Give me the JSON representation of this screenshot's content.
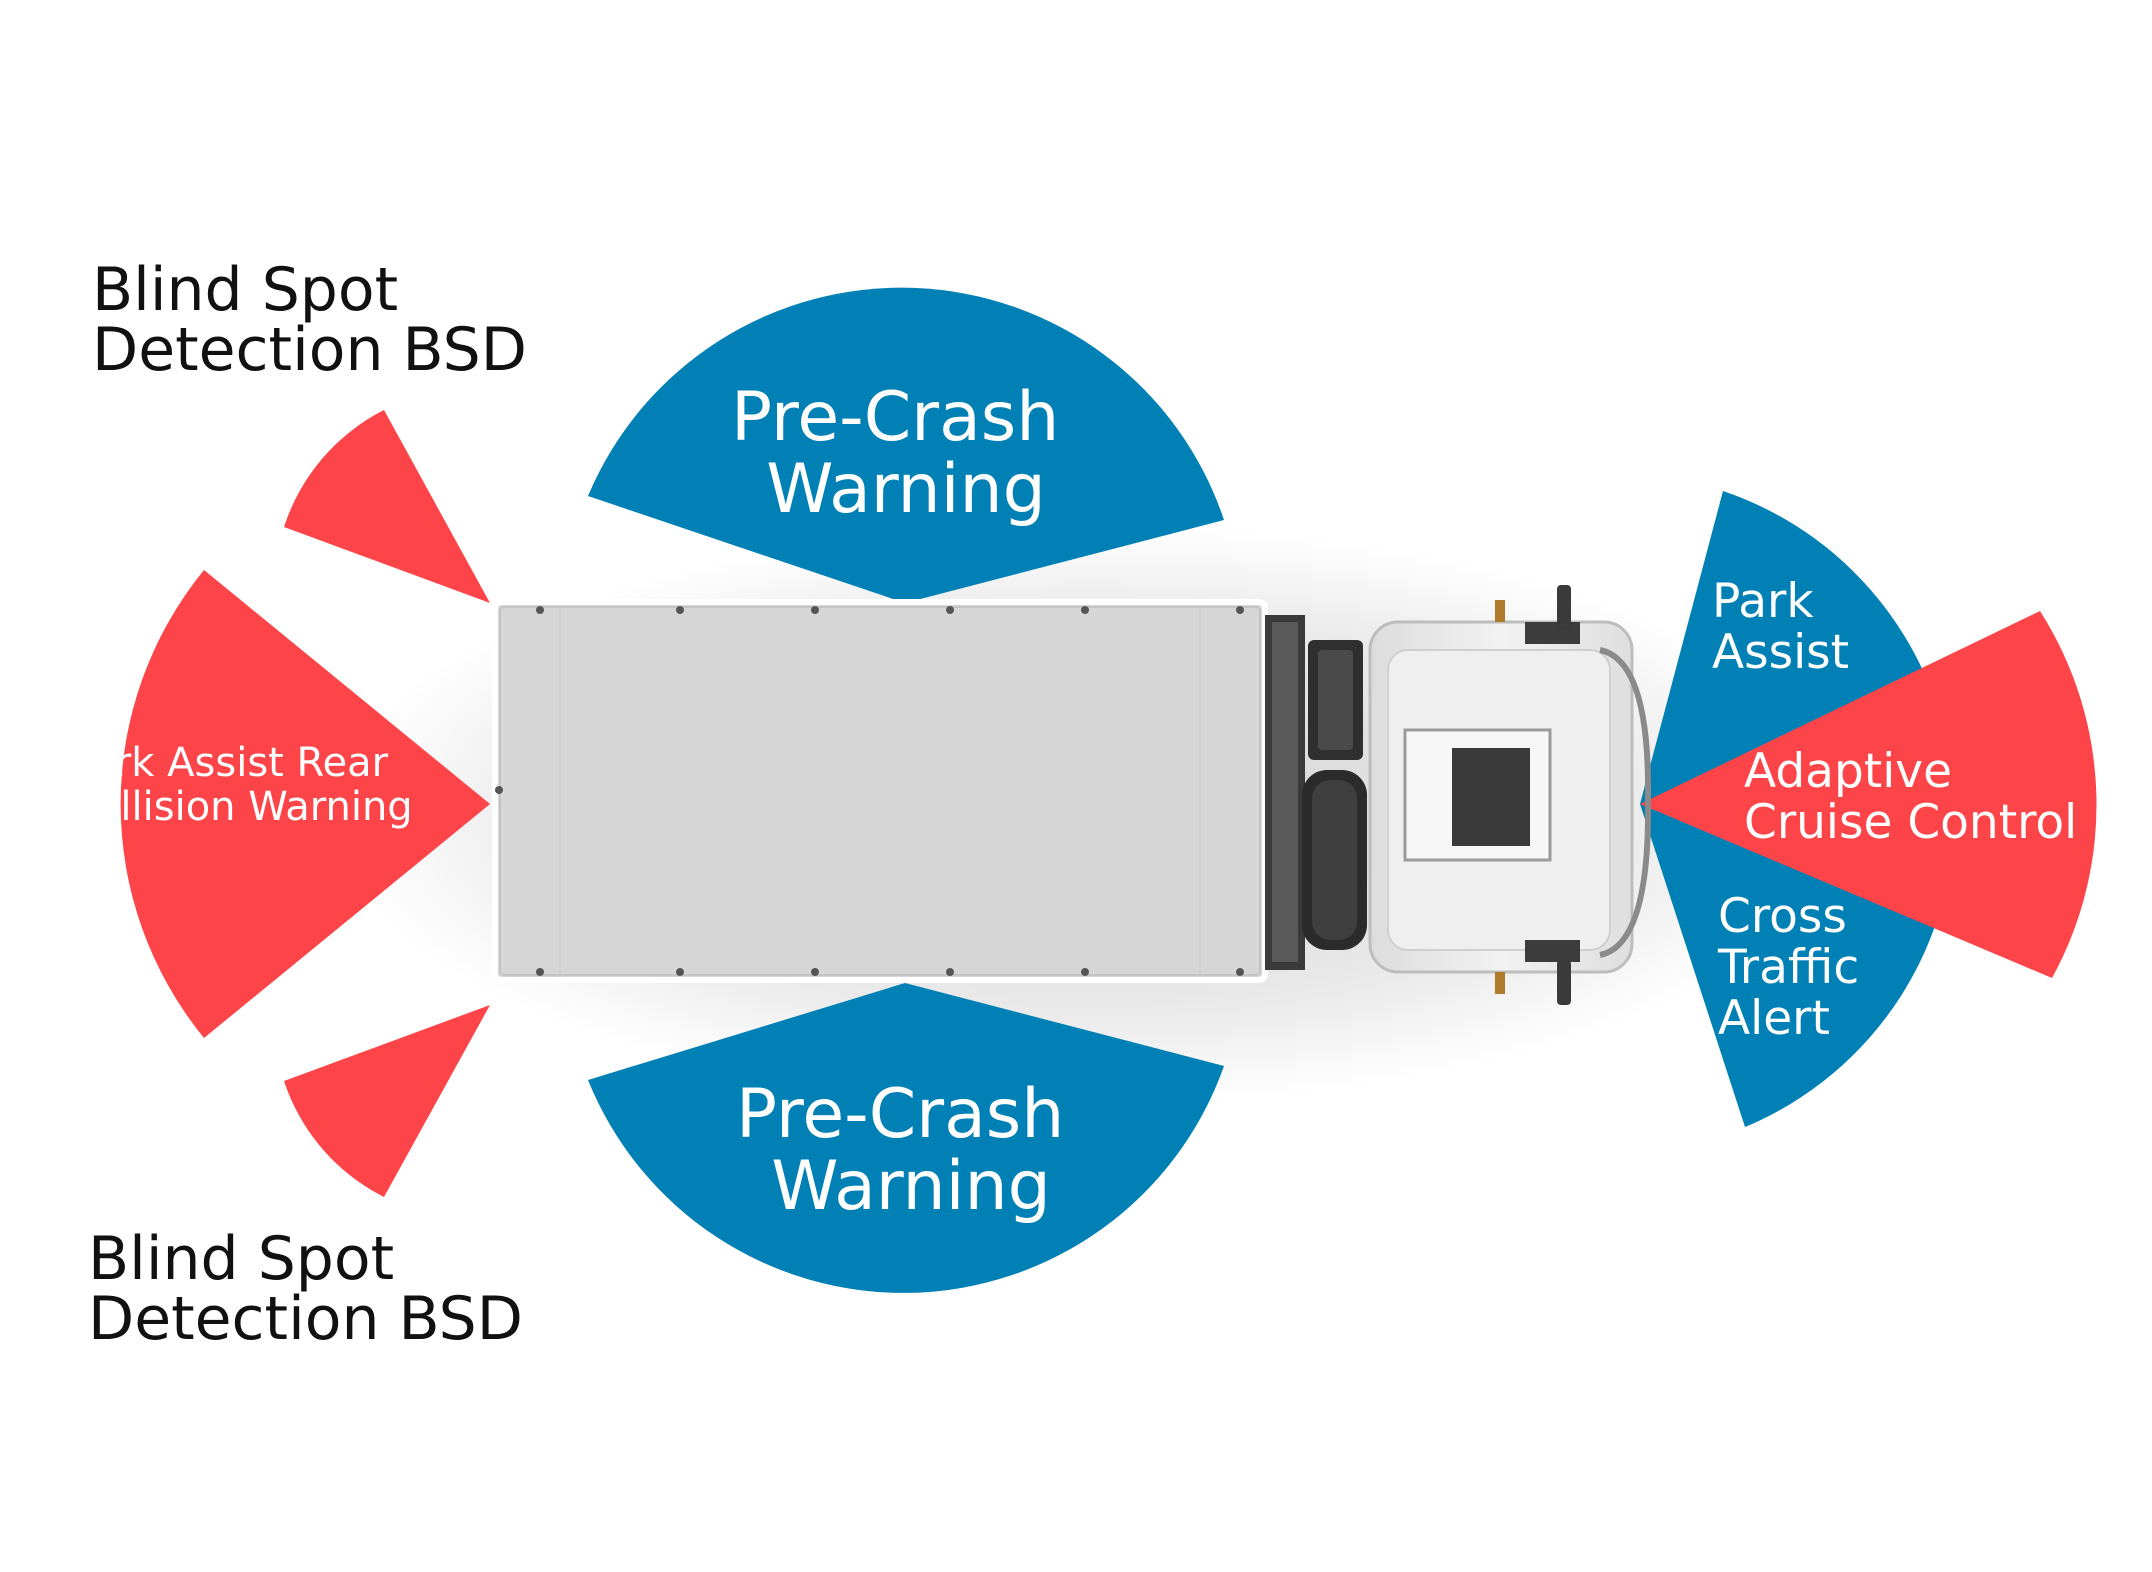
{
  "colors": {
    "red": "#fd4448",
    "blue": "#0180b5",
    "background": "#ffffff",
    "truck_body": "#d4d4d4",
    "cab": "#eaeaea"
  },
  "labels": {
    "bsd_top": [
      "Blind Spot",
      "Detection BSD"
    ],
    "bsd_bottom": [
      "Blind Spot",
      "Detection BSD"
    ],
    "precrash_top": [
      "Pre-Crash",
      "Warning"
    ],
    "precrash_bottom": [
      "Pre-Crash",
      "Warning"
    ],
    "rear": [
      "Park Assist Rear",
      "Collision Warning"
    ],
    "park_assist": [
      "Park",
      "Assist"
    ],
    "acc": [
      "Adaptive",
      "Cruise Control"
    ],
    "cross_traffic": [
      "Cross",
      "Traffic",
      "Alert"
    ]
  }
}
